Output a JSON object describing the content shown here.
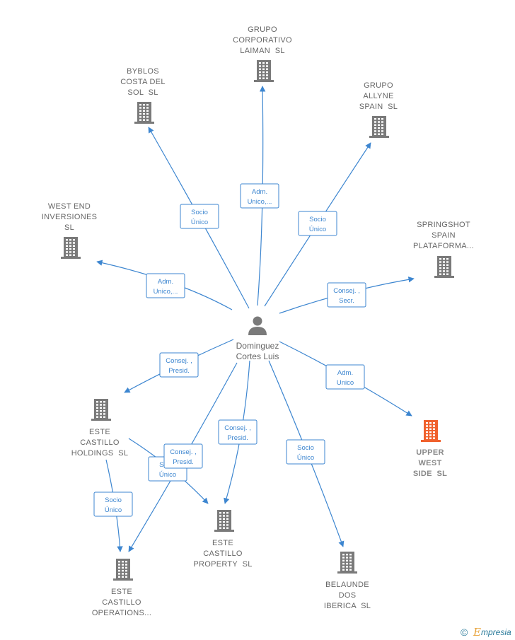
{
  "center": {
    "label_lines": [
      "Dominguez",
      "Cortes Luis"
    ]
  },
  "companies": [
    {
      "id": "grupo-corporativo-laiman",
      "label_lines": [
        "GRUPO",
        "CORPORATIVO",
        "LAIMAN  SL"
      ],
      "highlight": false
    },
    {
      "id": "byblos-costa-del-sol",
      "label_lines": [
        "BYBLOS",
        "COSTA DEL",
        "SOL  SL"
      ],
      "highlight": false
    },
    {
      "id": "grupo-allyne-spain",
      "label_lines": [
        "GRUPO",
        "ALLYNE",
        "SPAIN  SL"
      ],
      "highlight": false
    },
    {
      "id": "west-end-inversiones",
      "label_lines": [
        "WEST END",
        "INVERSIONES",
        "SL"
      ],
      "highlight": false
    },
    {
      "id": "springshot-spain-plataforma",
      "label_lines": [
        "SPRINGSHOT",
        "SPAIN",
        "PLATAFORMA..."
      ],
      "highlight": false
    },
    {
      "id": "upper-west-side",
      "label_lines": [
        "UPPER",
        "WEST",
        "SIDE  SL"
      ],
      "highlight": true
    },
    {
      "id": "este-castillo-holdings",
      "label_lines": [
        "ESTE",
        "CASTILLO",
        "HOLDINGS  SL"
      ],
      "highlight": false
    },
    {
      "id": "este-castillo-property",
      "label_lines": [
        "ESTE",
        "CASTILLO",
        "PROPERTY  SL"
      ],
      "highlight": false
    },
    {
      "id": "este-castillo-operations",
      "label_lines": [
        "ESTE",
        "CASTILLO",
        "OPERATIONS..."
      ],
      "highlight": false
    },
    {
      "id": "belaunde-dos-iberica",
      "label_lines": [
        "BELAUNDE",
        "DOS",
        "IBERICA  SL"
      ],
      "highlight": false
    }
  ],
  "edges": [
    {
      "id": "to-laiman",
      "label_lines": [
        "Adm.",
        "Unico,..."
      ]
    },
    {
      "id": "to-byblos",
      "label_lines": [
        "Socio",
        "Único"
      ]
    },
    {
      "id": "to-allyne",
      "label_lines": [
        "Socio",
        "Único"
      ]
    },
    {
      "id": "to-westend",
      "label_lines": [
        "Adm.",
        "Unico,..."
      ]
    },
    {
      "id": "to-springshot",
      "label_lines": [
        "Consej. ,",
        "Secr."
      ]
    },
    {
      "id": "to-upperwest",
      "label_lines": [
        "Adm.",
        "Unico"
      ]
    },
    {
      "id": "to-holdings",
      "label_lines": [
        "Consej. ,",
        "Presid."
      ]
    },
    {
      "id": "to-property",
      "label_lines": [
        "Consej. ,",
        "Presid."
      ]
    },
    {
      "id": "to-belaunde",
      "label_lines": [
        "Socio",
        "Único"
      ]
    },
    {
      "id": "holdings-to-operations",
      "label_lines": [
        "Socio",
        "Único"
      ]
    },
    {
      "id": "holdings-to-property",
      "label_lines": [
        "Socio",
        "Único"
      ]
    },
    {
      "id": "to-operations",
      "label_lines": [
        "Consej. ,",
        "Presid."
      ]
    }
  ],
  "watermark": {
    "symbol": "©",
    "brand_initial": "E",
    "brand_rest": "mpresia"
  },
  "colors": {
    "edge": "#3d86d0",
    "building": "#7a7a7a",
    "highlight": "#f0612d",
    "text": "#666666"
  }
}
